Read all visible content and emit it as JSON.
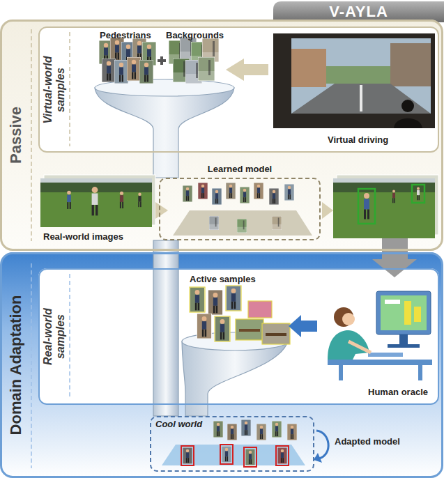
{
  "diagram": {
    "title": "V-AYLA",
    "nodes": [
      {
        "text": [
          "Passive"
        ]
      },
      {
        "text": [
          "Virtual-world samples"
        ],
        "in": 0
      },
      {
        "text": [
          "Learned model"
        ],
        "in": 0
      },
      {
        "text": [
          "Domain Adaptation"
        ]
      },
      {
        "text": [
          "Real-world samples"
        ],
        "in": 3
      },
      {
        "text": [
          "Cool world"
        ],
        "in": 3
      }
    ],
    "labels": [
      "Pedestrians",
      "Backgrounds",
      "Virtual driving",
      "Real-world images",
      "Active samples",
      "Human oracle",
      "Adapted model"
    ]
  }
}
